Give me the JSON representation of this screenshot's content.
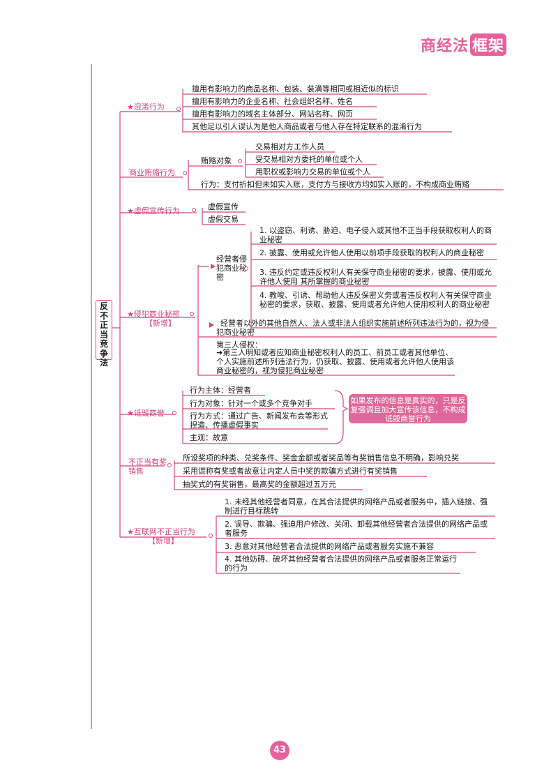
{
  "header": {
    "brand_text": "商经法",
    "brand_box": "框架"
  },
  "root": {
    "label": "反不正当竞争法"
  },
  "branches": {
    "confusion": {
      "label": "混淆行为",
      "items": [
        "擅用有影响力的商品名称、包装、装潢等相同或相近似的标识",
        "擅用有影响力的企业名称、社会组织名称、姓名",
        "擅用有影响力的域名主体部分、网站名称、网页",
        "其他足以引人误认为是他人商品或者与他人存在特定联系的混淆行为"
      ]
    },
    "bribery": {
      "label": "商业贿赂行为",
      "object_label": "贿赂对象",
      "objects": [
        "交易相对方工作人员",
        "受交易相对方委托的单位或个人",
        "用职权或影响力交易的单位或个人"
      ],
      "act": "行为：支付折扣但未如实入账，支付方与接收方均如实入账的，不构成商业贿赂"
    },
    "false_ad": {
      "label": "虚假宣传行为",
      "items": [
        "虚假宣传",
        "虚假交易"
      ]
    },
    "trade_secret": {
      "label": "侵犯商业秘密",
      "tag": "【新增】",
      "operator_label": "经营者侵犯商业秘密",
      "operator_items": [
        "1. 以盗窃、利诱、胁迫、电子侵入或其他不正当手段获取权利人的商业秘密",
        "2. 披露、使用或允许他人使用以前项手段获取的权利人的商业秘密",
        "3. 违反约定或违反权利人有关保守商业秘密的要求，披露、使用或允许他人使用  其所掌握的商业秘密",
        "4. 教唆、引诱、帮助他人违反保密义务或者违反权利人有关保守商业秘密的要求，获取、披露、使用或者允许他人使用权利人的商业秘密"
      ],
      "others": "经营者以外的其他自然人、法人或非法人组织实施前述所列违法行为的，视为侵犯商业秘密",
      "third_party_title": "第三人侵权：",
      "third_party_text": "➜第三人明知或者应知商业秘密权利人的员工、前员工或者其他单位、个人实施前述所列违法行为，仍获取、披露、使用或者允许他人使用该商业秘密的，视为侵犯商业秘密"
    },
    "defamation": {
      "label": "诋毁商誉",
      "items": [
        "行为主体：经营者",
        "行为对象：针对一个或多个竞争对手",
        "行为方式：通过广告、新闻发布会等形式捏造、传播虚假事实",
        "主观：故意"
      ],
      "callout": "如果发布的信息是真实的，只是反复强调且加大宣传该信息，不构成诋毁商誉行为"
    },
    "lottery": {
      "label": "不正当有奖销售",
      "items": [
        "所设奖项的种类、兑奖条件、奖金金额或者奖品等有奖销售信息不明确，影响兑奖",
        "采用谎称有奖或者故意让内定人员中奖的欺骗方式进行有奖销售",
        "抽奖式的有奖销售，最高奖的金额超过五万元"
      ]
    },
    "internet": {
      "label": "互联网不正当行为",
      "tag": "【新增】",
      "items": [
        "1. 未经其他经营者同意，在其合法提供的网络产品或者服务中，插入链接、强制进行目标跳转",
        "2. 误导、欺骗、强迫用户修改、关闭、卸载其他经营者合法提供的网络产品或者服务",
        "3. 恶意对其他经营者合法提供的网络产品或者服务实施不兼容",
        "4. 其他妨碍、破坏其他经营者合法提供的网络产品或者服务正常运行的行为"
      ]
    }
  },
  "page_number": "43",
  "colors": {
    "accent": "#d6437f",
    "brand": "#e8609a"
  }
}
